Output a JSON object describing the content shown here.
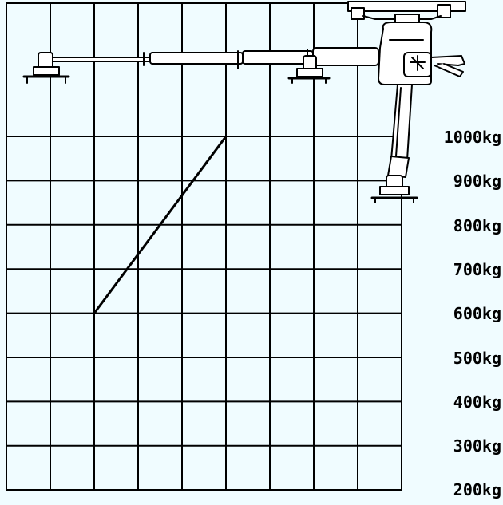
{
  "colors": {
    "background": "#f0fcff",
    "ink": "#000000",
    "machine_fill": "#ffffff"
  },
  "chart_data": {
    "type": "line",
    "title": "",
    "xlabel": "",
    "ylabel": "",
    "y_tick_labels": [
      "1000kg",
      "900kg",
      "800kg",
      "700kg",
      "600kg",
      "500kg",
      "400kg",
      "300kg",
      "200kg"
    ],
    "y_tick_values": [
      1000,
      900,
      800,
      700,
      600,
      500,
      400,
      300,
      200
    ],
    "grid": true,
    "grid_columns": 9,
    "series": [
      {
        "points": [
          {
            "col": 2,
            "kg": 600
          },
          {
            "col": 5,
            "kg": 1000
          }
        ]
      }
    ]
  },
  "illustration": {
    "name": "vacuum-lifter-jib-crane",
    "stages": [
      "folded-arm",
      "extended-arm",
      "lowered-mast"
    ]
  }
}
